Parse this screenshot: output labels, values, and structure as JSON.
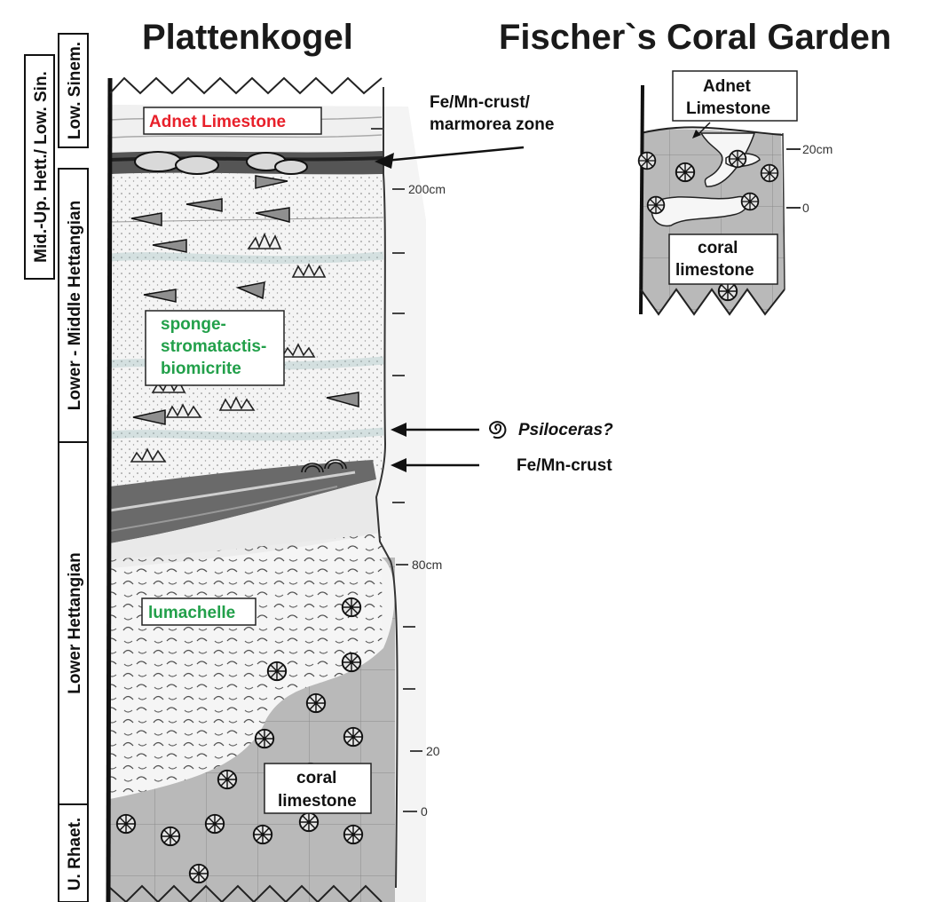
{
  "titles": {
    "left": "Plattenkogel",
    "right": "Fischer`s Coral Garden"
  },
  "stratigraphy": [
    {
      "label": "Low. Sinem."
    },
    {
      "label": "Mid.-Up. Hett./ Low. Sin."
    },
    {
      "label": "Lower - Middle Hettangian"
    },
    {
      "label": "Lower Hettangian"
    },
    {
      "label": "U. Rhaet."
    }
  ],
  "units": {
    "adnet": "Adnet Limestone",
    "sponge": [
      "sponge-",
      "stromatactis-",
      "biomicrite"
    ],
    "lumachelle": "lumachelle",
    "coral": [
      "coral",
      "limestone"
    ]
  },
  "annotations": {
    "fe_crust_top": [
      "Fe/Mn-crust/",
      "marmorea zone"
    ],
    "psiloceras": "Psiloceras?",
    "fe_crust_mid": "Fe/Mn-crust"
  },
  "scale_labels": {
    "s200": "200cm",
    "s80": "80cm",
    "s20": "20",
    "s0": "0"
  },
  "right_section": {
    "adnet": [
      "Adnet",
      "Limestone"
    ],
    "coral": [
      "coral",
      "limestone"
    ],
    "s20": "20cm",
    "s0": "0"
  }
}
